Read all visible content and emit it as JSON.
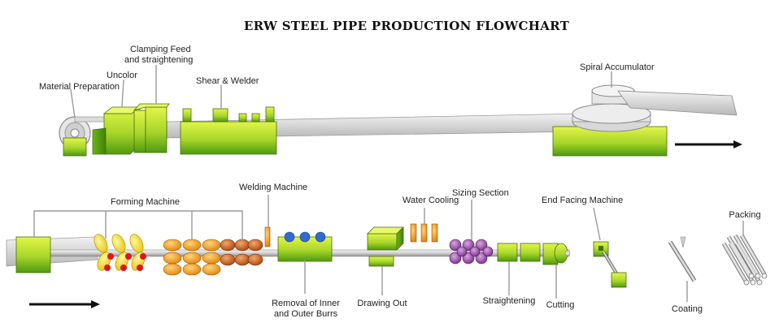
{
  "title": "ERW STEEL PIPE PRODUCTION FLOWCHART",
  "top_line": {
    "material_preparation": "Material Preparation",
    "uncoiler": "Uncolor",
    "clamping_feed_line1": "Clamping Feed",
    "clamping_feed_line2": "and straightening",
    "shear_welder": "Shear & Welder",
    "spiral_accumulator": "Spiral Accumulator"
  },
  "bottom_line": {
    "forming_machine": "Forming Machine",
    "welding_machine": "Welding Machine",
    "burr_removal_line1": "Removal of Inner",
    "burr_removal_line2": "and Outer Burrs",
    "drawing_out": "Drawing Out",
    "water_cooling": "Water Cooling",
    "sizing_section": "Sizing Section",
    "straightening": "Straightening",
    "cutting": "Cutting",
    "end_facing_machine": "End Facing Machine",
    "coating": "Coating",
    "packing": "Packing"
  },
  "colors": {
    "machine_green_light": "#d6ef3c",
    "machine_green_dark": "#5aa312",
    "roller_yellow": "#f3e21d",
    "roller_orange": "#f2a41c",
    "roller_red": "#e0141a",
    "roller_purple": "#8a3a9c",
    "roller_blue": "#2f6cd0",
    "flow_arrow": "#111111",
    "strip_gray": "#d0d0d0",
    "leader_gray": "#9a9a9a"
  }
}
